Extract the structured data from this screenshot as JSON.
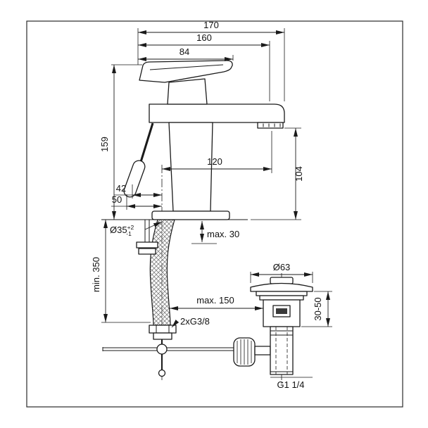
{
  "drawing": {
    "labels": {
      "w170": "170",
      "w160": "160",
      "w84": "84",
      "h159": "159",
      "reach120": "120",
      "h104": "104",
      "d42": "42",
      "d50": "50",
      "hole": "Ø35",
      "holePlus": "+2",
      "holeMinus": "-1",
      "deckMax": "max. 30",
      "hoseMin": "min. 350",
      "drainDia": "Ø63",
      "rodMax": "max. 150",
      "clamp": "30-50",
      "supply": "2xG3/8",
      "waste": "G1 1/4"
    },
    "colors": {
      "line": "#1a1a1a",
      "background": "#ffffff"
    }
  }
}
